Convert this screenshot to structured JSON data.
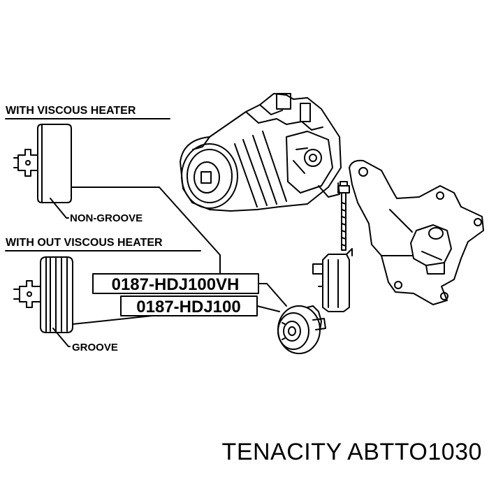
{
  "diagram": {
    "heading_with_viscous": "WITH VISCOUS HEATER",
    "heading_without_viscous": "WITH OUT VISCOUS HEATER",
    "label_non_groove": "NON-GROOVE",
    "label_groove": "GROOVE",
    "part_number_vh": "0187-HDJ100VH",
    "part_number": "0187-HDJ100"
  },
  "footer": {
    "caption": "TENACITY ABTTO1030"
  },
  "colors": {
    "ink": "#000000",
    "background": "#ffffff"
  }
}
